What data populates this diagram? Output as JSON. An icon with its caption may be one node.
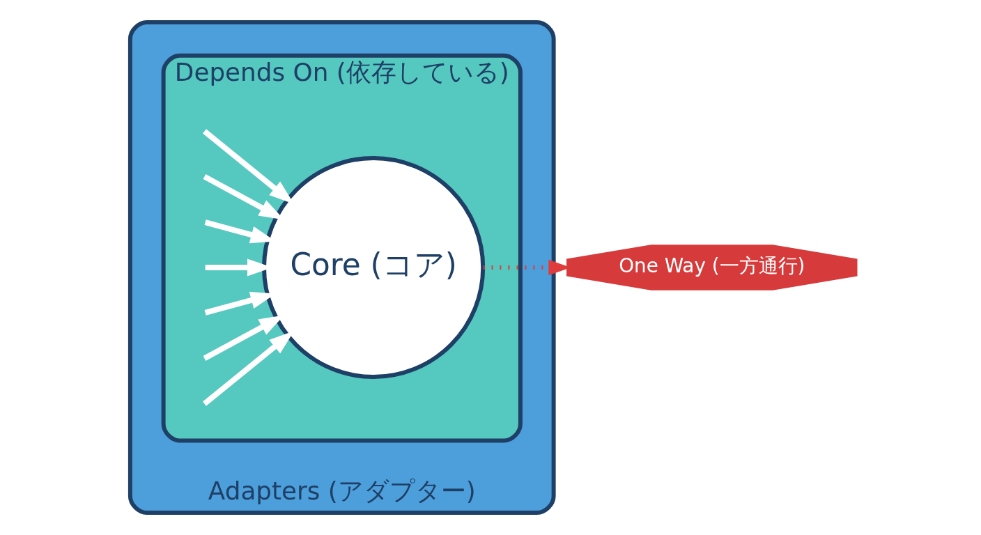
{
  "diagram": {
    "nodes": [
      {
        "text": [
          "Adapters (アダプター)"
        ]
      },
      {
        "text": [
          "Depends On (依存している)"
        ],
        "in": 0
      },
      {
        "text": [
          "Core (コア)"
        ],
        "in": 1
      },
      {
        "text": [
          "One Way (一方通行)"
        ]
      }
    ],
    "edges": [
      {
        "from": null,
        "to": 2,
        "arrow": "to"
      },
      {
        "from": null,
        "to": 2,
        "arrow": "to"
      },
      {
        "from": null,
        "to": 2,
        "arrow": "to"
      },
      {
        "from": null,
        "to": 2,
        "arrow": "to"
      },
      {
        "from": null,
        "to": 2,
        "arrow": "to"
      },
      {
        "from": null,
        "to": 2,
        "arrow": "to"
      },
      {
        "from": null,
        "to": 2,
        "arrow": "to"
      },
      {
        "from": 2,
        "to": 3,
        "arrow": "to",
        "style": "dashed",
        "color": "#e03c3c"
      }
    ]
  }
}
